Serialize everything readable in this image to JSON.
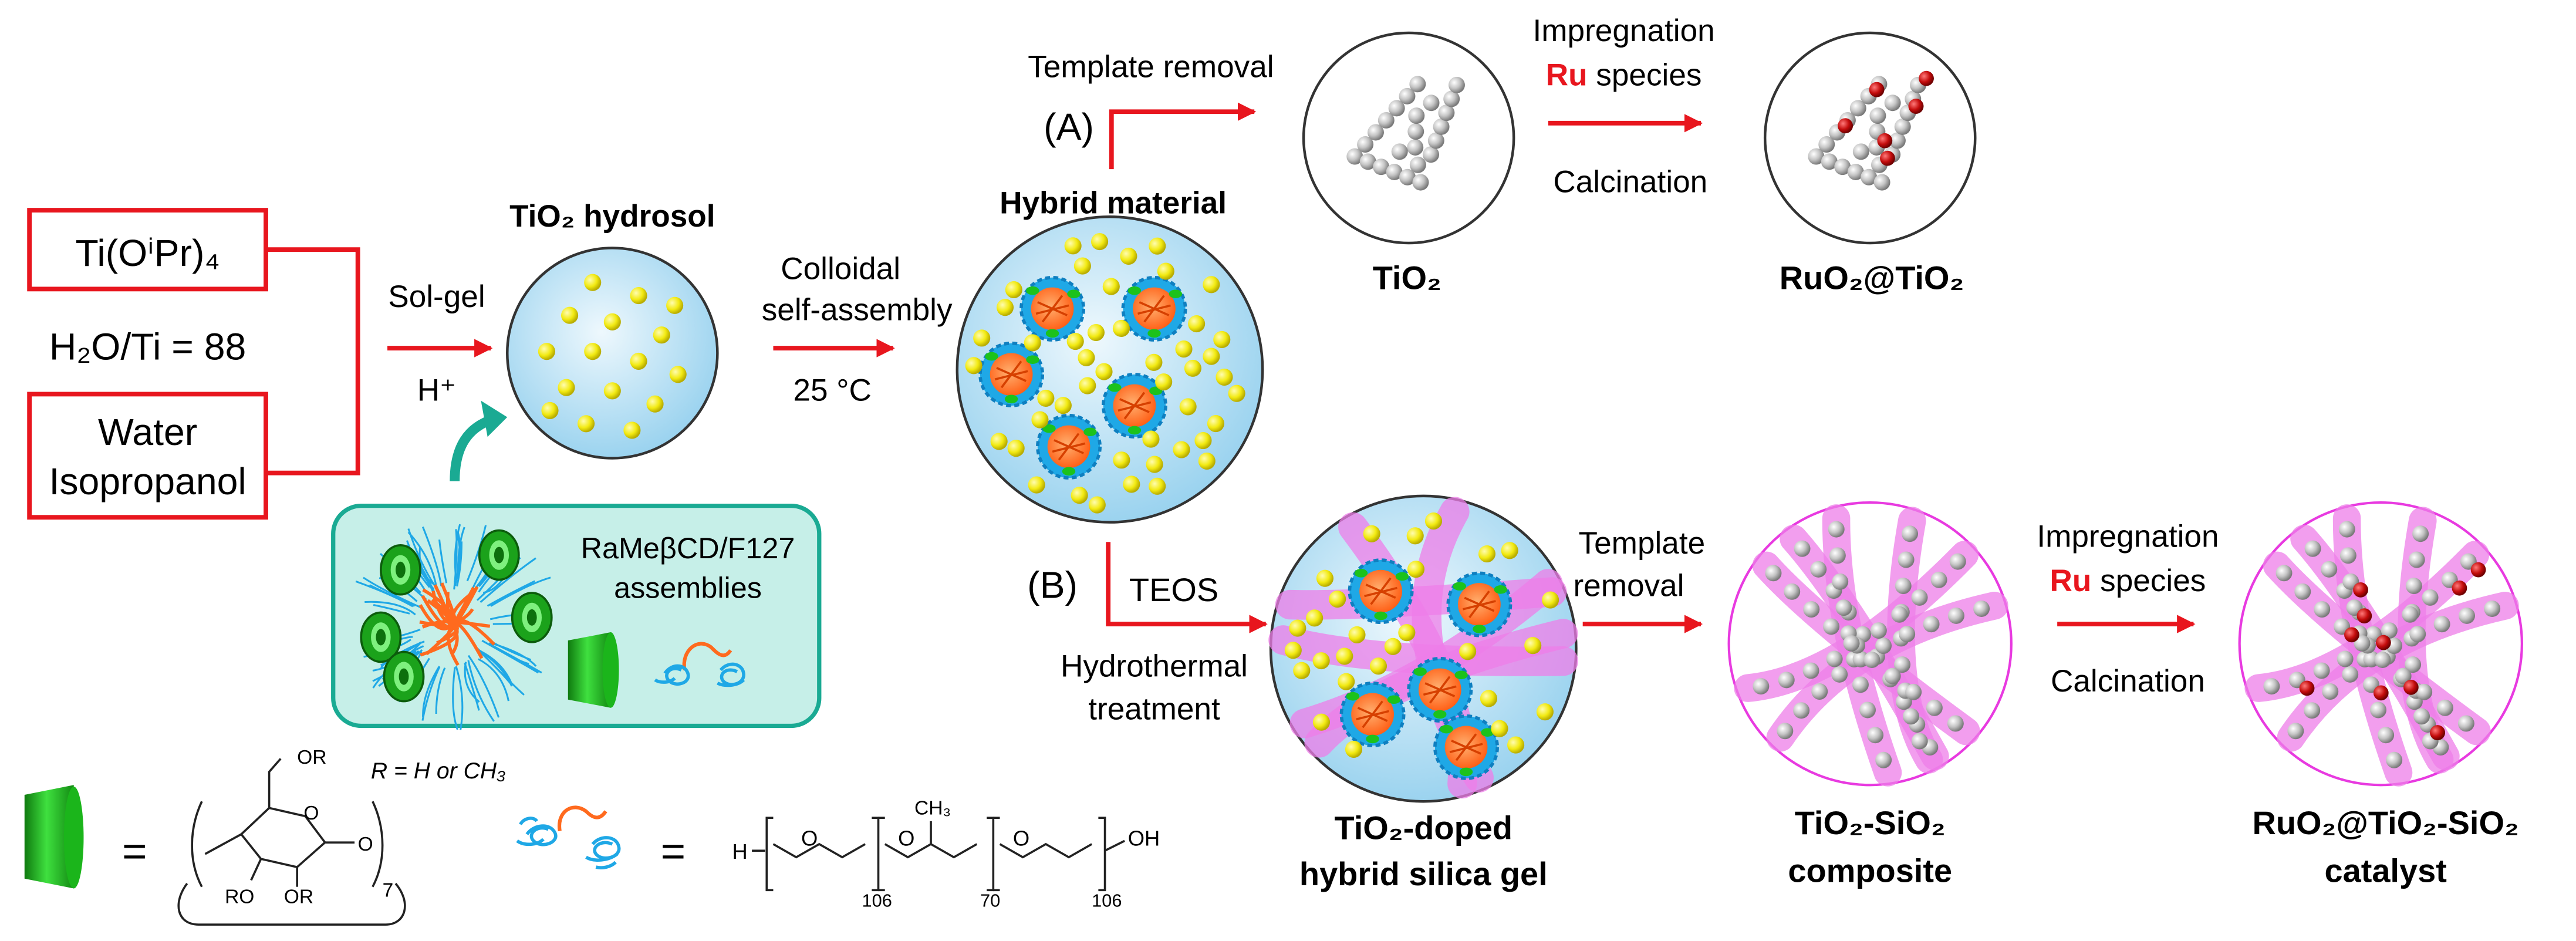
{
  "colors": {
    "red": "#e8161e",
    "teal": "#1aaa93",
    "panel_fill": "#c6efe8",
    "sphere_light": "#eef8fd",
    "sphere_blue": "#9bd3ef",
    "particle_yellow": "#f2ea12",
    "micelle_blue": "#1fa8e6",
    "micelle_orange": "#ff6a1e",
    "cd_green": "#22c422",
    "silica_magenta": "#ee7ee8",
    "ruo2_red": "#b40d0d",
    "ring_gray": "#8a8a8a",
    "ring_magenta": "#e83ae0"
  },
  "labels": {
    "precursor_ti": "Ti(OⁱPr)₄",
    "ratio": "H₂O/Ti = 88",
    "solvent_line1": "Water",
    "solvent_line2": "Isopropanol",
    "solgel": "Sol-gel",
    "acid": "H⁺",
    "hydrosol_title": "TiO₂ hydrosol",
    "colloidal_line1": "Colloidal",
    "colloidal_line2": "self-assembly",
    "temperature": "25 °C",
    "hybrid_title": "Hybrid material",
    "route_a": "(A)",
    "template_removal_a": "Template removal",
    "tio2_label": "TiO₂",
    "impregnation_a": "Impregnation",
    "ru_a": "Ru",
    "species_a": "species",
    "calcination_a": "Calcination",
    "ruo2_tio2_label": "RuO₂@TiO₂",
    "route_b": "(B)",
    "teos": "TEOS",
    "hydrothermal_line1": "Hydrothermal",
    "hydrothermal_line2": "treatment",
    "doped_line1": "TiO₂-doped",
    "doped_line2": "hybrid silica gel",
    "template_removal_b1": "Template",
    "template_removal_b2": "removal",
    "composite_line1": "TiO₂-SiO₂",
    "composite_line2": "composite",
    "impregnation_b": "Impregnation",
    "ru_b": "Ru",
    "species_b": "species",
    "calcination_b": "Calcination",
    "catalyst_line1": "RuO₂@TiO₂-SiO₂",
    "catalyst_line2": "catalyst",
    "assemblies_line1": "RaMeβCD/F127",
    "assemblies_line2": "assemblies",
    "equals_cd": "=",
    "equals_polymer": "=",
    "r_def": "R = H or CH₃",
    "cd_or_top": "OR",
    "cd_or_left": "RO",
    "cd_or_right": "OR",
    "cd_o_ring": "O",
    "cd_o_link": "O",
    "cd_subscript": "7",
    "pol_h": "H",
    "pol_o1": "O",
    "pol_o2": "O",
    "pol_o3": "O",
    "pol_ch3": "CH₃",
    "pol_oh": "OH",
    "pol_n1": "106",
    "pol_n2": "70",
    "pol_n3": "106"
  }
}
